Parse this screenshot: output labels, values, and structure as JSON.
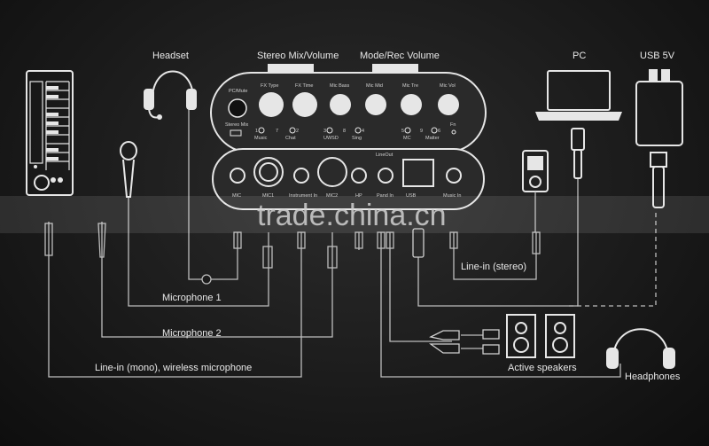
{
  "labels": {
    "headset": "Headset",
    "stereo_mix": "Stereo Mix/Volume",
    "mode_rec": "Mode/Rec Volume",
    "pc": "PC",
    "usb5v": "USB 5V",
    "microphone1": "Microphone 1",
    "microphone2": "Microphone 2",
    "linein_mono": "Line-in (mono), wireless microphone",
    "linein_stereo": "Line-in (stereo)",
    "active_speakers": "Active speakers",
    "headphones": "Headphones"
  },
  "top_panel": {
    "pc_mute": "PC/Mute",
    "fx_type": "FX Type",
    "fx_time": "FX Time",
    "mic_bass": "Mic Bass",
    "mic_mid": "Mic Mid",
    "mic_tre": "Mic Tre",
    "mic_vol": "Mic Vol",
    "stereo_mix": "Stereo Mix",
    "fn": "Fn",
    "b1": "1",
    "b7": "7",
    "b2": "2",
    "b3": "3",
    "b8": "8",
    "b4": "4",
    "b5": "5",
    "b9": "9",
    "b6": "6",
    "music": "Music",
    "chat": "Chat",
    "uwsd": "UWSD",
    "sing": "Sing",
    "mc": "MC",
    "matter": "Matter"
  },
  "front_panel": {
    "mic": "MIC",
    "mic1": "MIC1",
    "instrument": "Instrument In",
    "mic2": "MIC2",
    "hp": "HP",
    "lineout": "LineOut",
    "pandin": "Pand In",
    "usb": "USB",
    "music_in": "Music In"
  },
  "watermark": "trade.china.cn"
}
